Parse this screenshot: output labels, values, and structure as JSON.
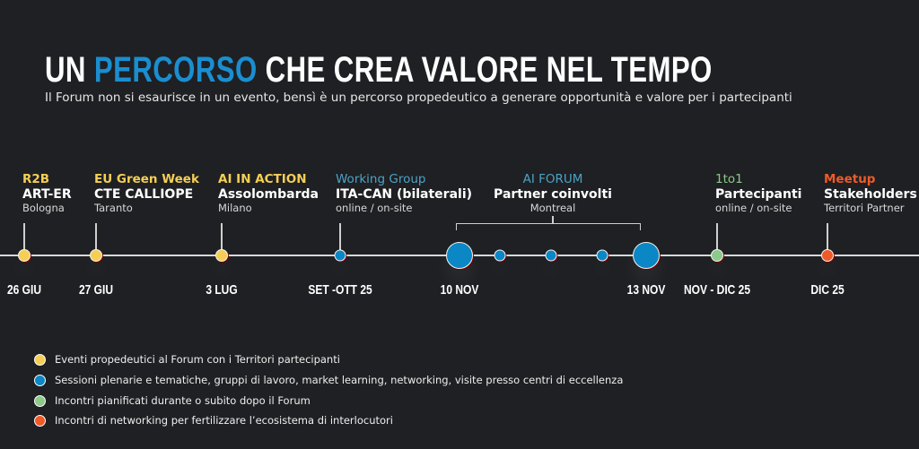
{
  "header": {
    "title_part1": "UN",
    "title_highlight": "PERCORSO",
    "title_part2": "CHE CREA VALORE NEL TEMPO",
    "subtitle": "Il Forum non si esaurisce in un evento, bensì è un percorso propedeutico a generare opportunità e valore per i partecipanti"
  },
  "colors": {
    "yellow": "#f5cf55",
    "blue": "#0a87c4",
    "green": "#8cc98a",
    "orange": "#f05a28",
    "highlight": "#1a8ed0"
  },
  "events": [
    {
      "tag": "R2B",
      "name": "ART-ER",
      "location": "Bologna",
      "date": "26 GIU"
    },
    {
      "tag": "EU Green Week",
      "name": "CTE CALLIOPE",
      "location": "Taranto",
      "date": "27 GIU"
    },
    {
      "tag": "AI IN ACTION",
      "name": "Assolombarda",
      "location": "Milano",
      "date": "3 LUG"
    },
    {
      "tag": "Working Group",
      "name": "ITA-CAN (bilaterali)",
      "location": "online / on-site",
      "date": "SET -OTT 25"
    },
    {
      "tag": "AI FORUM",
      "name": "Partner coinvolti",
      "location": "Montreal",
      "date_start": "10 NOV",
      "date_end": "13 NOV"
    },
    {
      "tag": "1to1",
      "name": "Partecipanti",
      "location": "online / on-site",
      "date": "NOV - DIC 25"
    },
    {
      "tag": "Meetup",
      "name": "Stakeholders",
      "location": "Territori Partner",
      "date": "DIC 25"
    }
  ],
  "legend": [
    "Eventi propedeutici al Forum con i Territori partecipanti",
    "Sessioni plenarie e tematiche, gruppi di lavoro, market learning, networking, visite presso centri di eccellenza",
    "Incontri pianificati durante o subito dopo il Forum",
    "Incontri di networking per fertilizzare l’ecosistema di interlocutori"
  ]
}
